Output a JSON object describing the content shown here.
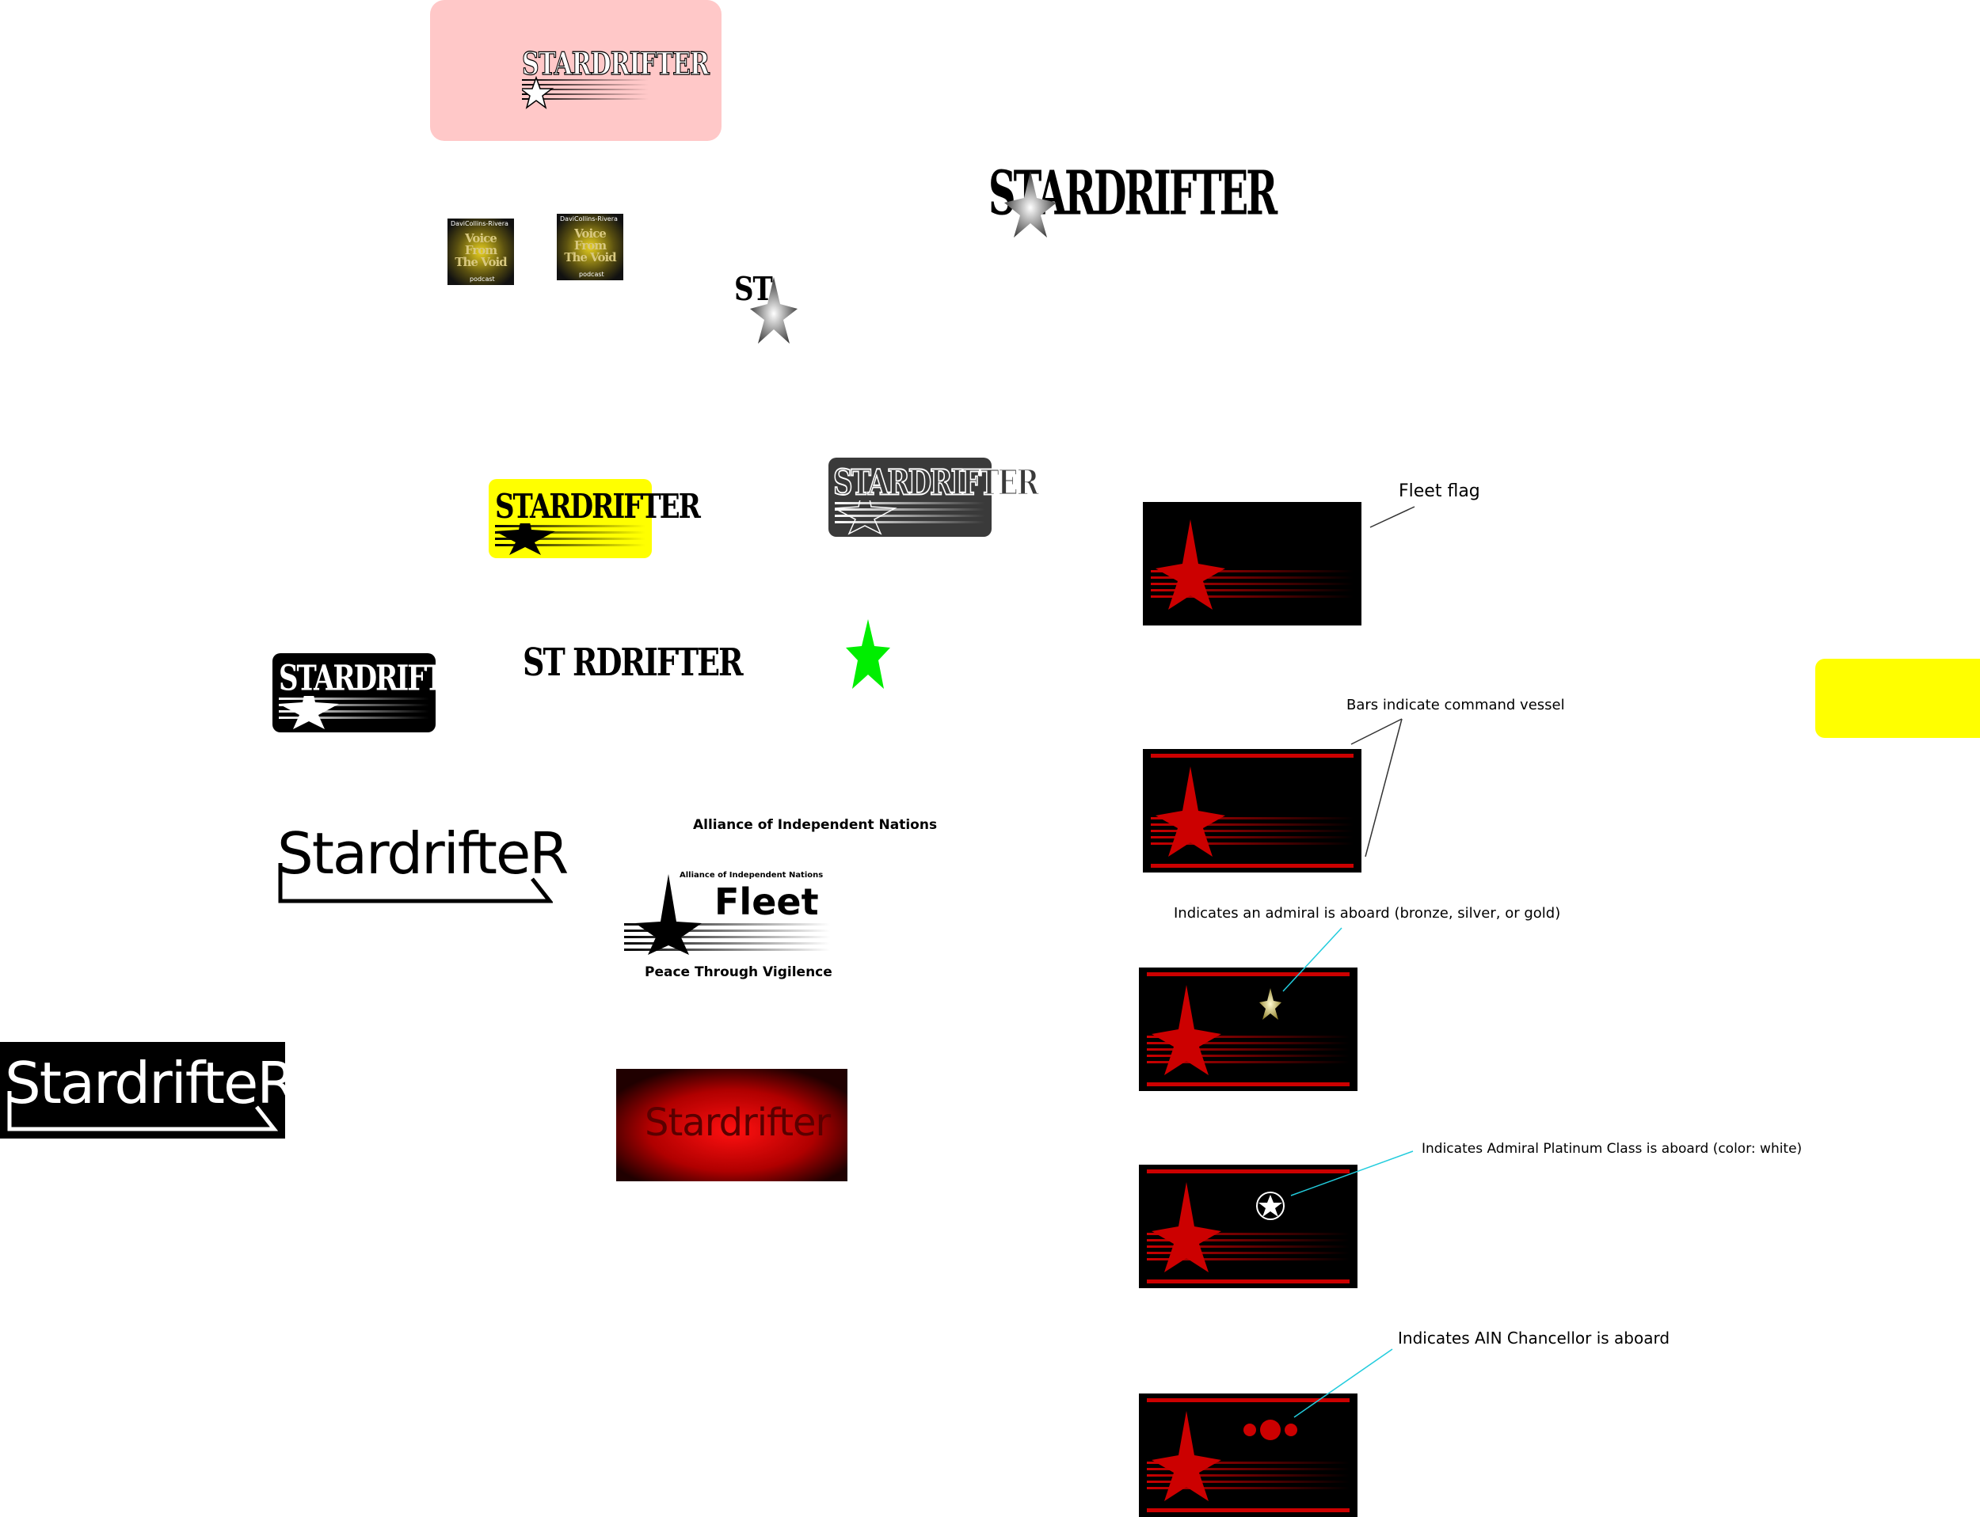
{
  "logos": {
    "pink_badge": {
      "text": "STARDRIFTER",
      "bg": "#ffc8c8"
    },
    "big_plain": {
      "text": "STARDRIFTER"
    },
    "st_star": {
      "text": "ST"
    },
    "yellow_badge": {
      "text": "STARDRIFTER",
      "bg": "#ffff00"
    },
    "gray_badge": {
      "text": "STARDRIFTER",
      "bg": "#3a3a3a"
    },
    "black_badge": {
      "text": "STARDRIFTER",
      "bg": "#000000"
    },
    "st_rdrifter": {
      "text": "ST RDRIFTER"
    },
    "outline_logo": {
      "text": "StardrifteR"
    },
    "inverted_logo": {
      "text": "StardrifteR"
    },
    "red_gradient_logo": {
      "text": "Stardrifter"
    }
  },
  "podcast_tiles": [
    {
      "author": "DaviCollins-Rivera",
      "title": "Voice From The Void",
      "subtitle": "podcast"
    },
    {
      "author": "DaviCollins-Rivera",
      "title": "Voice From The Void",
      "subtitle": "podcast"
    }
  ],
  "ain_fleet_logo": {
    "header": "Alliance of Independent Nations",
    "small_header": "Alliance of Independent Nations",
    "title": "Fleet",
    "motto": "Peace Through Vigilence"
  },
  "flag_annotations": {
    "fleet_flag": "Fleet flag",
    "command_vessel": "Bars indicate command vessel",
    "admiral": "Indicates an admiral is aboard (bronze, silver, or gold)",
    "platinum": "Indicates Admiral Platinum Class is aboard (color: white)",
    "chancellor": "Indicates AIN Chancellor is aboard"
  },
  "colors": {
    "flag_red": "#cc0000",
    "flag_black": "#000000",
    "green_star": "#00ee00",
    "yellow_block": "#ffff00",
    "leader_cyan": "#22ccdd"
  },
  "icons": [
    "star-icon",
    "green-star-icon",
    "admiral-star-icon",
    "platinum-star-icon",
    "chancellor-dots-icon"
  ]
}
